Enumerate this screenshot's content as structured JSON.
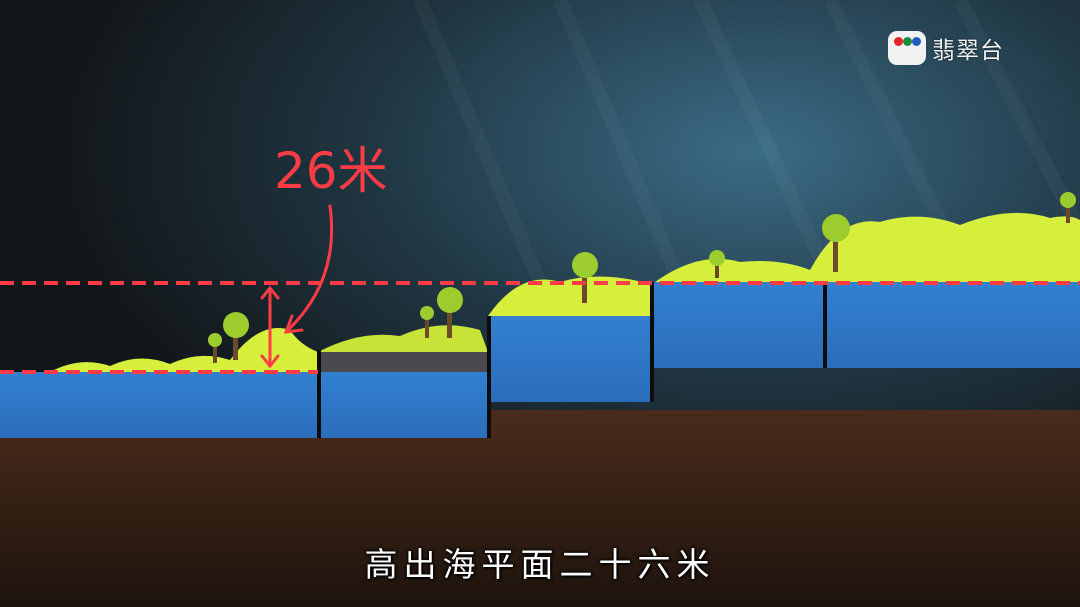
{
  "logo": {
    "text": "翡翠台",
    "icon": "tvb-logo-icon",
    "colors": [
      "#e8232a",
      "#1e8a3c",
      "#1f5fbf"
    ]
  },
  "annotation": {
    "height_label": "26米",
    "color": "#ff3b46"
  },
  "subtitle": "高出海平面二十六米",
  "colors": {
    "water": "#2f77c8",
    "grass": "#d6ef3c",
    "soil": "#3a2418",
    "board": "#1e2a30",
    "road": "#4a4a4e",
    "dashed_line": "#ff3b46"
  }
}
